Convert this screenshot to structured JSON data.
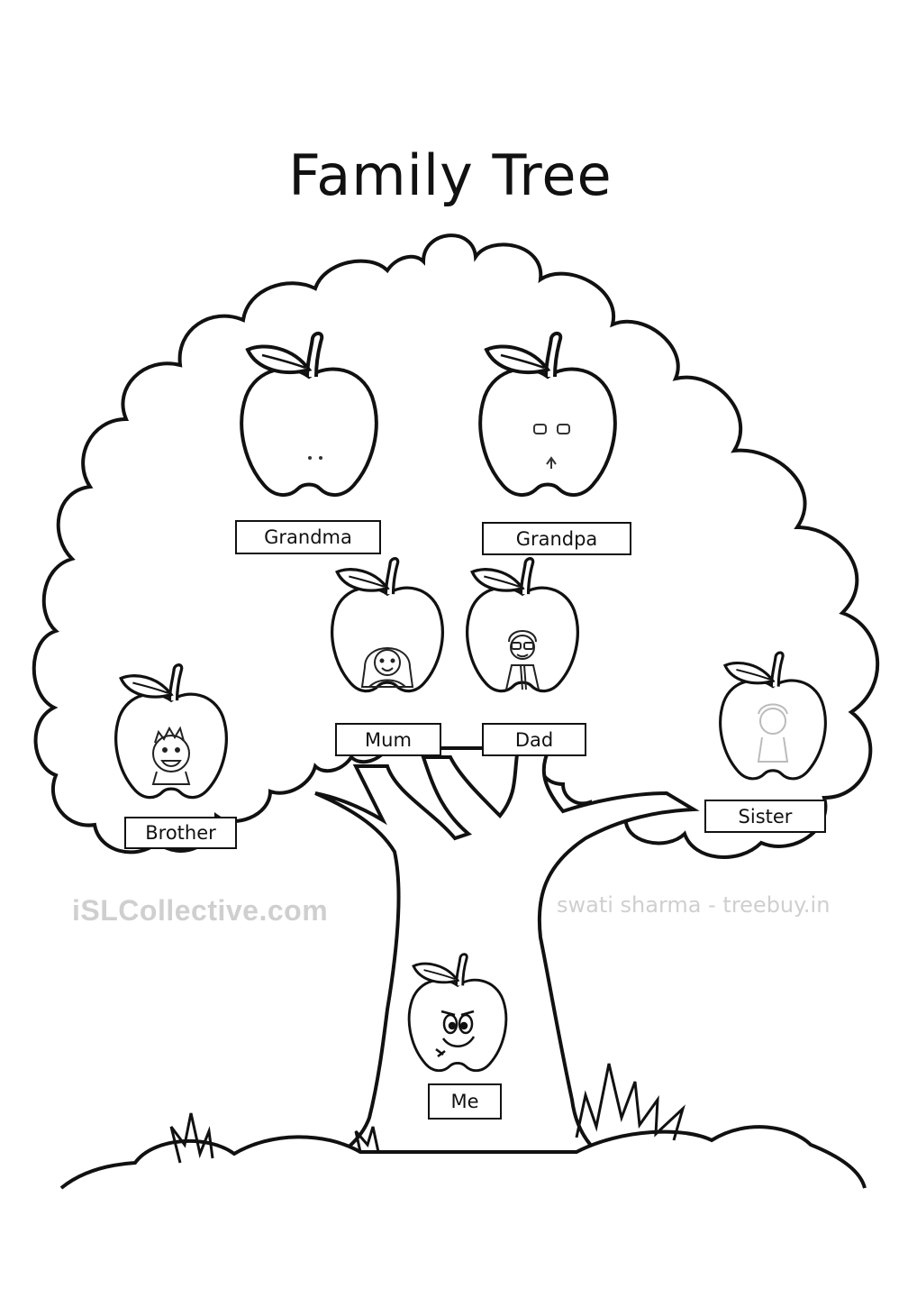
{
  "title": "Family Tree",
  "labels": {
    "grandma": "Grandma",
    "grandpa": "Grandpa",
    "mum": "Mum",
    "dad": "Dad",
    "brother": "Brother",
    "sister": "Sister",
    "me": "Me"
  },
  "watermarks": {
    "site": "iSLCollective.com",
    "credit": "swati sharma - treebuy.in"
  },
  "colors": {
    "line": "#111111",
    "watermark": "#cfcfcf"
  }
}
